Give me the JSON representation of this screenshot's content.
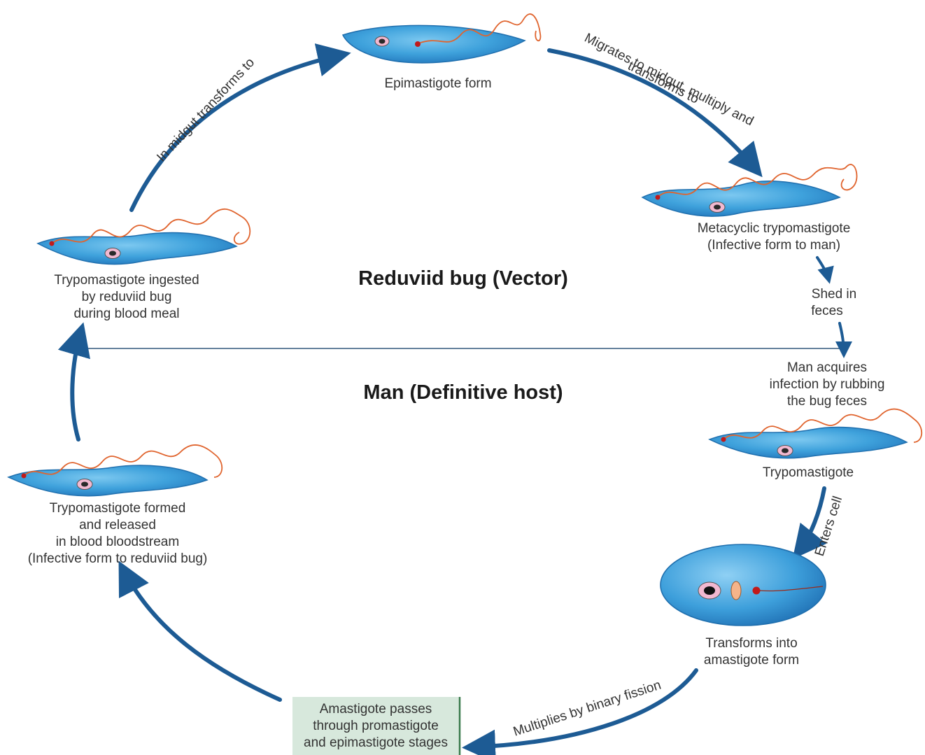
{
  "headings": {
    "vector": "Reduviid bug (Vector)",
    "host": "Man (Definitive host)"
  },
  "stages": {
    "epimastigote": [
      "Epimastigote form"
    ],
    "metacyclic": [
      "Metacyclic trypomastigote",
      "(Infective form to man)"
    ],
    "shed": [
      "Shed in",
      "feces"
    ],
    "acquire": [
      "Man acquires",
      "infection by rubbing",
      "the bug feces"
    ],
    "trypo_man": [
      "Trypomastigote"
    ],
    "amastigote": [
      "Transforms into",
      "amastigote form"
    ],
    "box": [
      "Amastigote passes",
      "through promastigote",
      "and epimastigote stages"
    ],
    "released": [
      "Trypomastigote formed",
      "and released",
      "in blood bloodstream",
      "(Infective form to reduviid bug)"
    ],
    "ingested": [
      "Trypomastigote ingested",
      "by reduviid bug",
      "during blood meal"
    ]
  },
  "arrow_labels": {
    "midgut_transform": "In midgut transforms to",
    "migrates": "Migrates to midgut, multiply and",
    "transforms_to": "transforms to",
    "enters_cell": "Enters cell",
    "binary_fission": "Multiplies by binary fission"
  },
  "colors": {
    "parasite_body": "#3fa2dc",
    "parasite_edge": "#1f6fae",
    "flagellum": "#e0642e",
    "nucleus_ring": "#f2b8d0",
    "arrow": "#1d5b94",
    "box_fill": "#d7e8dc",
    "box_edge": "#3a7a4c"
  }
}
